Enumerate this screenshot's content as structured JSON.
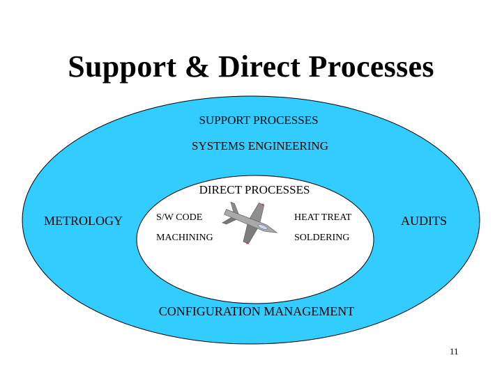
{
  "title": "Support & Direct Processes",
  "colors": {
    "outer_fill": "#33CCFF",
    "inner_fill": "#FFFFFF",
    "stroke": "#000000"
  },
  "outer": {
    "heading": "SUPPORT PROCESSES",
    "items": {
      "top": "SYSTEMS ENGINEERING",
      "left": "METROLOGY",
      "right": "AUDITS",
      "bottom": "CONFIGURATION MANAGEMENT"
    }
  },
  "inner": {
    "heading": "DIRECT PROCESSES",
    "items": {
      "top_left": "S/W CODE",
      "top_right": "HEAT TREAT",
      "bottom_left": "MACHINING",
      "bottom_right": "SOLDERING"
    },
    "center_icon": "fighter-jet-icon"
  },
  "page_number": "11"
}
